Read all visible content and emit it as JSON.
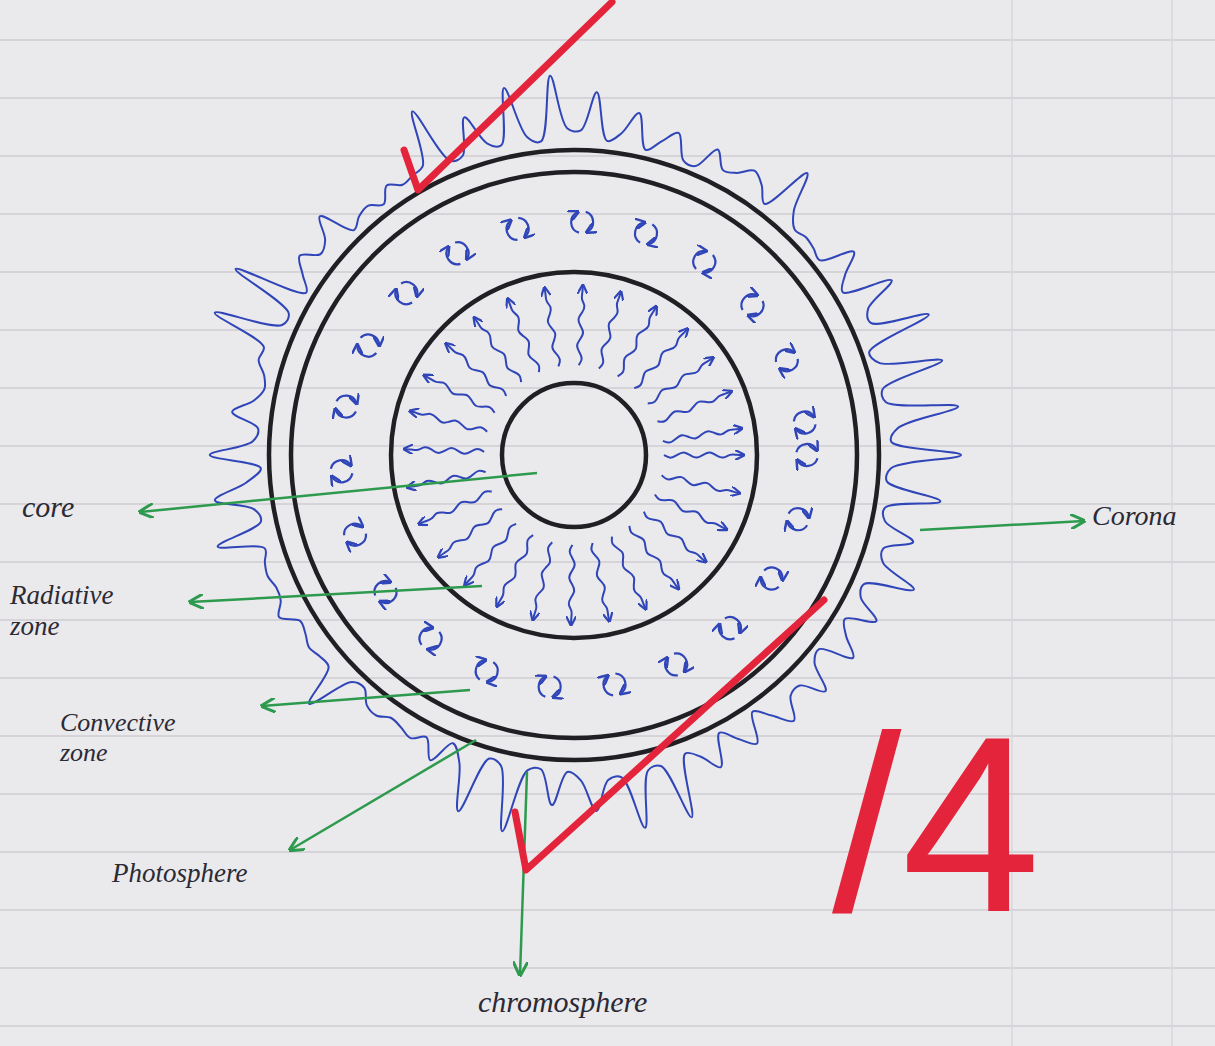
{
  "diagram": {
    "labels": [
      "core",
      "Radiative zone",
      "Convective zone",
      "Photosphere",
      "chromosphere",
      "Corona",
      "/4"
    ]
  }
}
